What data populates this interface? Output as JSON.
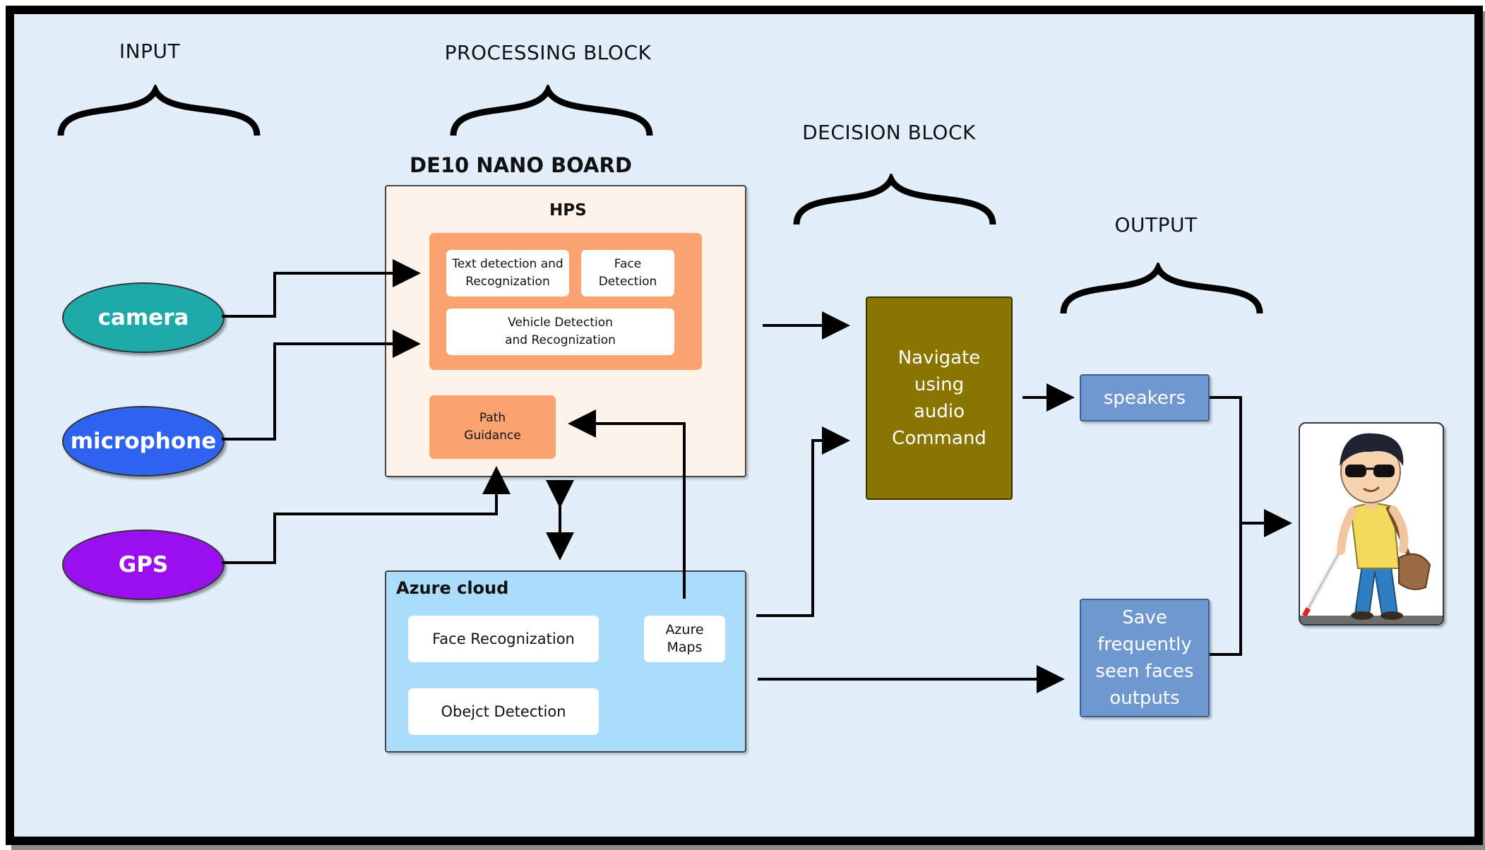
{
  "sections": {
    "input": "INPUT",
    "processing": "PROCESSING BLOCK",
    "decision": "DECISION BLOCK",
    "output": "OUTPUT"
  },
  "inputs": [
    {
      "label": "camera",
      "color": "#1eaaa8"
    },
    {
      "label": "microphone",
      "color": "#2e63f0"
    },
    {
      "label": "GPS",
      "color": "#9a0ff0"
    }
  ],
  "board": {
    "title": "DE10 NANO BOARD",
    "hps_label": "HPS",
    "modules": {
      "text_detection": "Text detection and Recognization",
      "face_detection": "Face Detection",
      "vehicle_detection": "Vehicle Detection and Recognization",
      "path_guidance": "Path Guidance"
    },
    "colors": {
      "hps_bg": "#fef3ea",
      "orange": "#fba370"
    }
  },
  "cloud": {
    "title": "Azure cloud",
    "modules": {
      "face_recognization": "Face Recognization",
      "object_detection": "Obejct Detection",
      "azure_maps": "Azure Maps"
    },
    "color": "#aadcfb"
  },
  "decision": {
    "label": "Navigate using audio Command",
    "color": "#8a7500"
  },
  "outputs": {
    "speakers": "speakers",
    "save_faces": "Save frequently seen faces outputs",
    "color": "#6f98d0"
  },
  "colors": {
    "background": "#e2effb",
    "frame": "#000000"
  }
}
